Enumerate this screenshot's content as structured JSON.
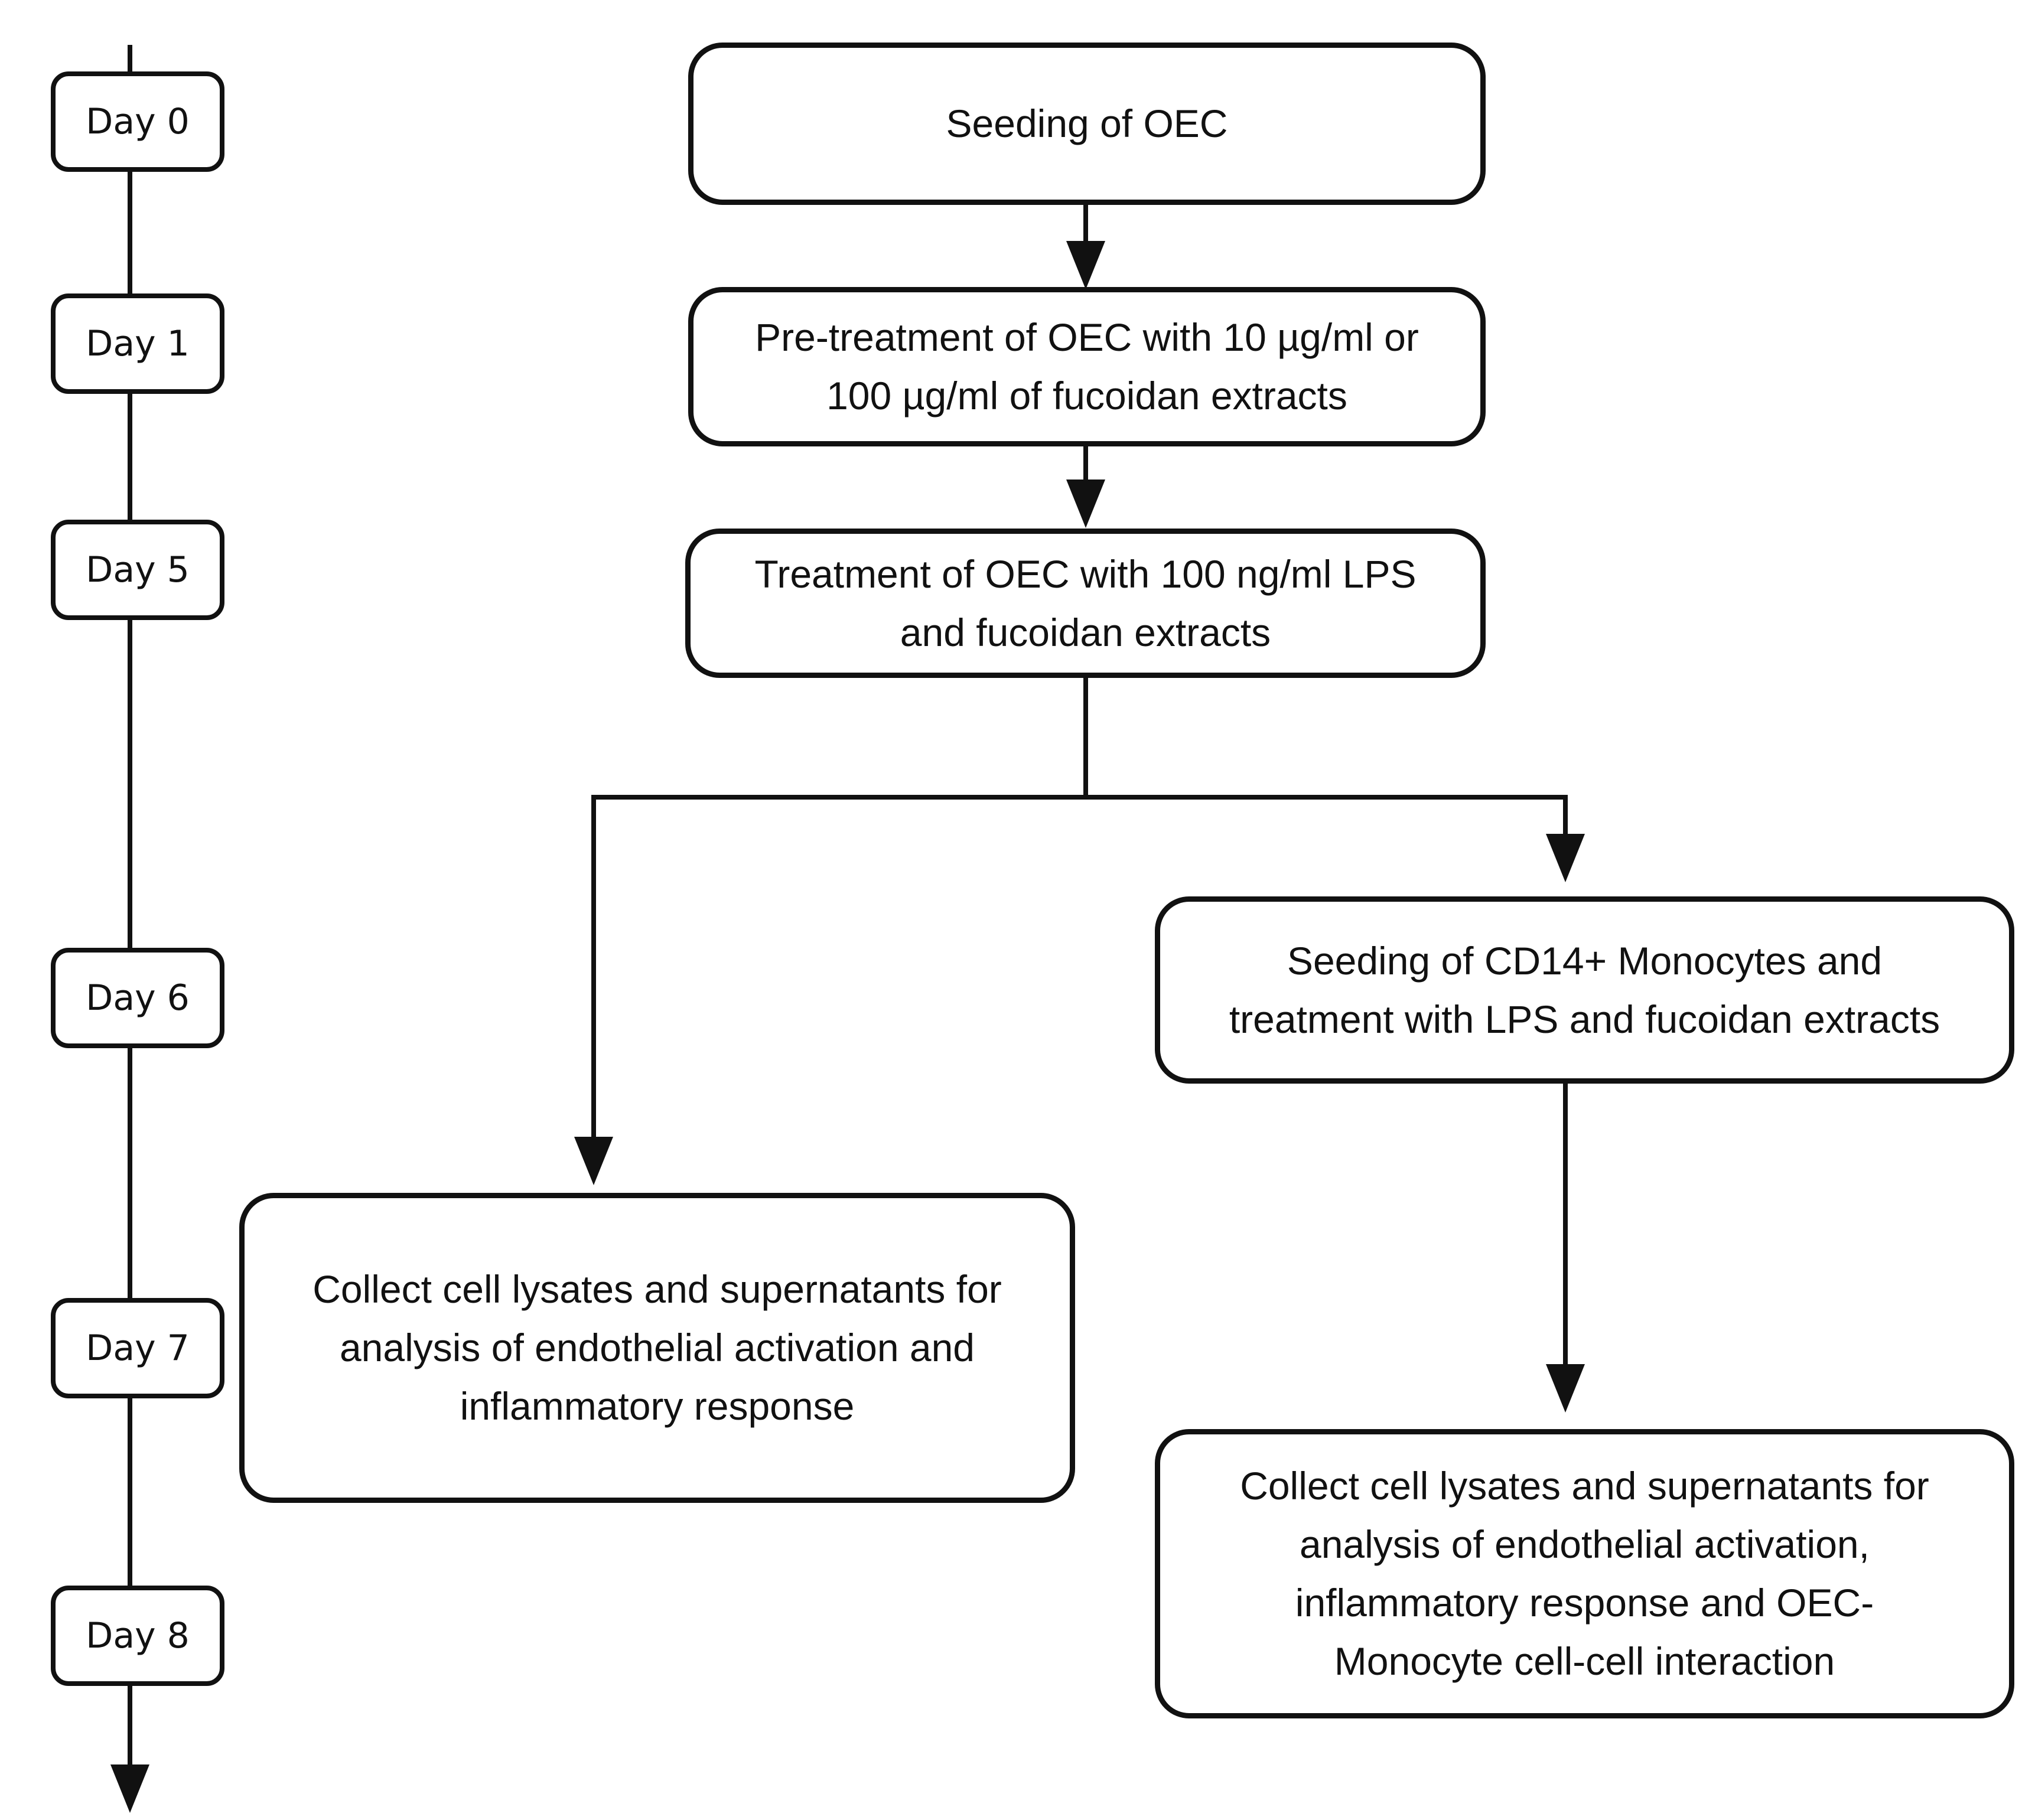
{
  "diagram": {
    "title_hint": "Experimental timeline flowchart",
    "colors": {
      "stroke": "#111111",
      "background": "#ffffff",
      "box_fill": "#ffffff"
    },
    "timeline": {
      "days": [
        {
          "label": "Day 0"
        },
        {
          "label": "Day 1"
        },
        {
          "label": "Day 5"
        },
        {
          "label": "Day 6"
        },
        {
          "label": "Day 7"
        },
        {
          "label": "Day 8"
        }
      ]
    },
    "nodes": {
      "seeding_oec": "Seeding of OEC",
      "pretreatment": "Pre-treatment of OEC with 10 µg/ml or\n100 µg/ml of fucoidan extracts",
      "treatment": "Treatment of OEC with 100 ng/ml LPS\nand fucoidan extracts",
      "seeding_monocytes": "Seeding of CD14+ Monocytes and\ntreatment with LPS and fucoidan extracts",
      "collect_oec": "Collect cell lysates and supernatants for\nanalysis of endothelial activation and\ninflammatory response",
      "collect_cocultures": "Collect cell lysates and supernatants for\nanalysis of endothelial activation,\ninflammatory response and OEC-\nMonocyte cell-cell interaction"
    }
  }
}
